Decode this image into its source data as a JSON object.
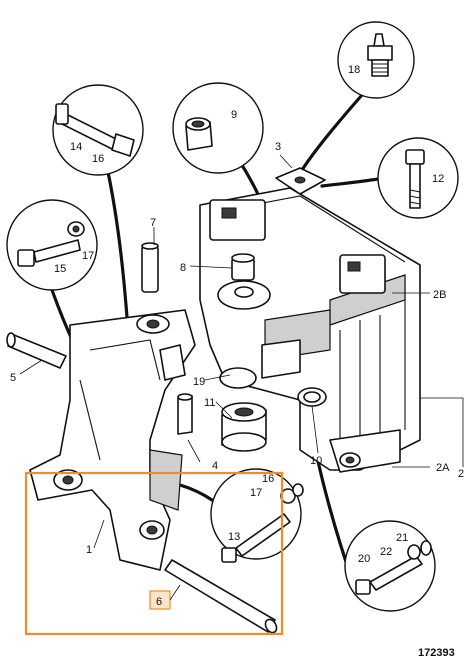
{
  "figure_ref": "172393",
  "colors": {
    "highlight": "#f28c28",
    "highlight_fill": "#fce4c8",
    "ink": "#111111"
  },
  "labels": {
    "p1": "1",
    "p2": "2",
    "p2a": "2A",
    "p2b": "2B",
    "p3": "3",
    "p4": "4",
    "p5": "5",
    "p6": "6",
    "p7": "7",
    "p8": "8",
    "p9": "9",
    "p10": "10",
    "p11": "11",
    "p12": "12",
    "p13": "13",
    "p14": "14",
    "p15": "15",
    "p16a": "16",
    "p16b": "16",
    "p17a": "17",
    "p17b": "17",
    "p18": "18",
    "p19": "19",
    "p20": "20",
    "p21": "21",
    "p22": "22"
  },
  "highlighted_part": "6"
}
